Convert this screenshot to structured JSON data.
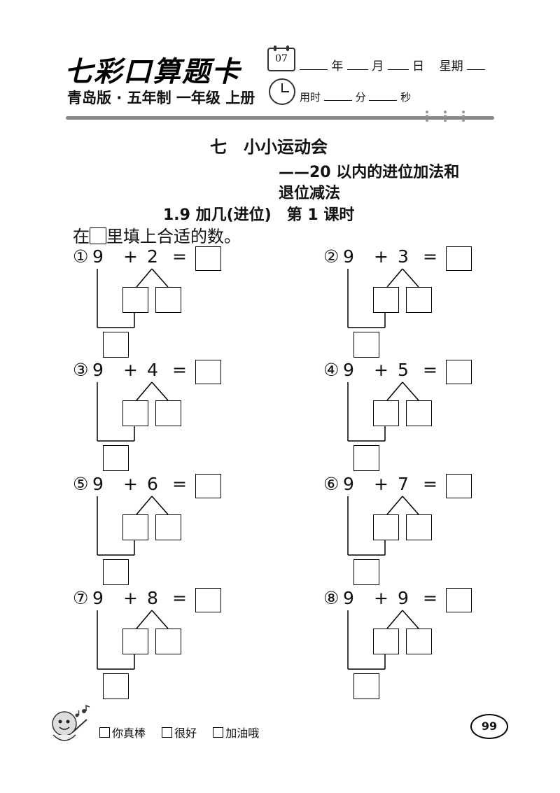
{
  "header": {
    "title": "七彩口算题卡",
    "calendar_day": "07",
    "date_year": "年",
    "date_month": "月",
    "date_day": "日",
    "date_weekday": "星期",
    "edition": "青岛版 · 五年制 一年级 上册",
    "time_used": "用时",
    "minutes": "分",
    "seconds": "秒"
  },
  "chapter": {
    "title": "七　小小运动会",
    "subtitle_line1": "——20 以内的进位加法和",
    "subtitle_line2": "退位减法",
    "lesson": "1.9 加几(进位)　第 1 课时"
  },
  "instruction": {
    "before": "在",
    "after": "里填上合适的数。"
  },
  "problems": [
    {
      "index": "①",
      "a": "9",
      "op": "+",
      "b": "2",
      "eq": "="
    },
    {
      "index": "②",
      "a": "9",
      "op": "+",
      "b": "3",
      "eq": "="
    },
    {
      "index": "③",
      "a": "9",
      "op": "+",
      "b": "4",
      "eq": "="
    },
    {
      "index": "④",
      "a": "9",
      "op": "+",
      "b": "5",
      "eq": "="
    },
    {
      "index": "⑤",
      "a": "9",
      "op": "+",
      "b": "6",
      "eq": "="
    },
    {
      "index": "⑥",
      "a": "9",
      "op": "+",
      "b": "7",
      "eq": "="
    },
    {
      "index": "⑦",
      "a": "9",
      "op": "+",
      "b": "8",
      "eq": "="
    },
    {
      "index": "⑧",
      "a": "9",
      "op": "+",
      "b": "9",
      "eq": "="
    }
  ],
  "footer": {
    "rating_1": "你真棒",
    "rating_2": "很好",
    "rating_3": "加油哦",
    "page_number": "99"
  }
}
